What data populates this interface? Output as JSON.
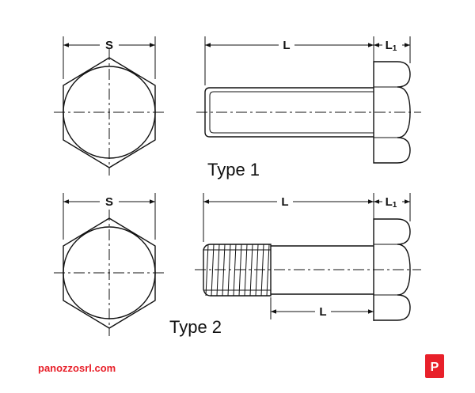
{
  "type1": {
    "title": "Type 1",
    "dim_s": "S",
    "dim_l": "L",
    "dim_l1_main": "L",
    "dim_l1_sub": "1"
  },
  "type2": {
    "title": "Type 2",
    "dim_s": "S",
    "dim_l": "L",
    "dim_l1_main": "L",
    "dim_l1_sub": "1",
    "dim_l_shank": "L"
  },
  "footer": {
    "website": "panozzosrl.com",
    "logo_letter": "P"
  },
  "colors": {
    "brand": "#e8202a",
    "line": "#111111"
  }
}
